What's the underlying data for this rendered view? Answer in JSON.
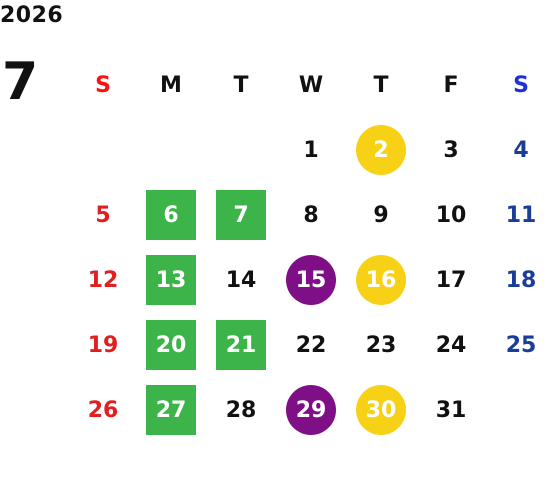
{
  "header": {
    "year": "2026",
    "month": "7"
  },
  "weekdays": [
    {
      "label": "S",
      "kind": "sun"
    },
    {
      "label": "M",
      "kind": "wd"
    },
    {
      "label": "T",
      "kind": "wd"
    },
    {
      "label": "W",
      "kind": "wd"
    },
    {
      "label": "T",
      "kind": "wd"
    },
    {
      "label": "F",
      "kind": "wd"
    },
    {
      "label": "S",
      "kind": "sat"
    }
  ],
  "colors": {
    "sunday": "#e02020",
    "saturday": "#1a3d9a",
    "green": "#3cb44a",
    "purple": "#7f0f87",
    "gold": "#f7d116"
  },
  "weeks": [
    [
      {
        "d": ""
      },
      {
        "d": ""
      },
      {
        "d": ""
      },
      {
        "d": "1"
      },
      {
        "d": "2",
        "mark": "gold"
      },
      {
        "d": "3"
      },
      {
        "d": "4"
      }
    ],
    [
      {
        "d": "5"
      },
      {
        "d": "6",
        "mark": "green"
      },
      {
        "d": "7",
        "mark": "green"
      },
      {
        "d": "8"
      },
      {
        "d": "9"
      },
      {
        "d": "10"
      },
      {
        "d": "11"
      }
    ],
    [
      {
        "d": "12"
      },
      {
        "d": "13",
        "mark": "green"
      },
      {
        "d": "14"
      },
      {
        "d": "15",
        "mark": "purple"
      },
      {
        "d": "16",
        "mark": "gold"
      },
      {
        "d": "17"
      },
      {
        "d": "18"
      }
    ],
    [
      {
        "d": "19"
      },
      {
        "d": "20",
        "mark": "green"
      },
      {
        "d": "21",
        "mark": "green"
      },
      {
        "d": "22"
      },
      {
        "d": "23"
      },
      {
        "d": "24"
      },
      {
        "d": "25"
      }
    ],
    [
      {
        "d": "26"
      },
      {
        "d": "27",
        "mark": "green"
      },
      {
        "d": "28"
      },
      {
        "d": "29",
        "mark": "purple"
      },
      {
        "d": "30",
        "mark": "gold"
      },
      {
        "d": "31"
      },
      {
        "d": ""
      }
    ]
  ]
}
